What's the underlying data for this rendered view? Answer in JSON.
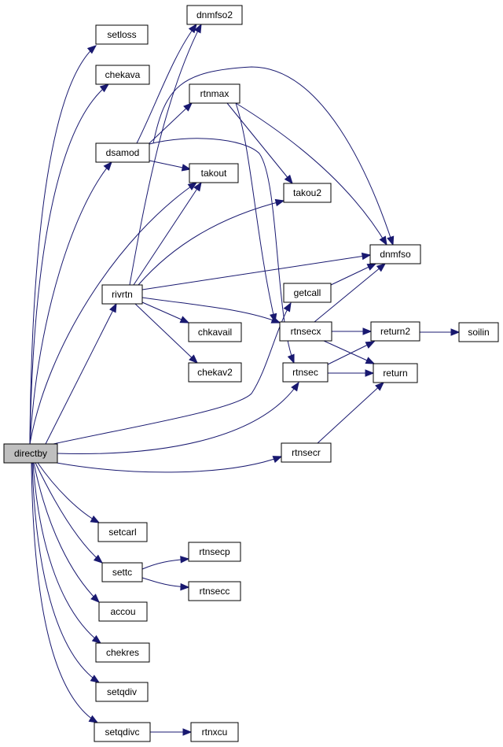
{
  "graph": {
    "nodes": [
      {
        "id": "directby",
        "label": "directby",
        "root": true
      },
      {
        "id": "setloss",
        "label": "setloss"
      },
      {
        "id": "dnmfso2",
        "label": "dnmfso2"
      },
      {
        "id": "chekava",
        "label": "chekava"
      },
      {
        "id": "rtnmax",
        "label": "rtnmax"
      },
      {
        "id": "dsamod",
        "label": "dsamod"
      },
      {
        "id": "takout",
        "label": "takout"
      },
      {
        "id": "takou2",
        "label": "takou2"
      },
      {
        "id": "dnmfso",
        "label": "dnmfso"
      },
      {
        "id": "getcall",
        "label": "getcall"
      },
      {
        "id": "rivrtn",
        "label": "rivrtn"
      },
      {
        "id": "rtnsecx",
        "label": "rtnsecx"
      },
      {
        "id": "return2",
        "label": "return2"
      },
      {
        "id": "soilin",
        "label": "soilin"
      },
      {
        "id": "chkavail",
        "label": "chkavail"
      },
      {
        "id": "chekav2",
        "label": "chekav2"
      },
      {
        "id": "rtnsec",
        "label": "rtnsec"
      },
      {
        "id": "return",
        "label": "return"
      },
      {
        "id": "rtnsecr",
        "label": "rtnsecr"
      },
      {
        "id": "setcarl",
        "label": "setcarl"
      },
      {
        "id": "rtnsecp",
        "label": "rtnsecp"
      },
      {
        "id": "settc",
        "label": "settc"
      },
      {
        "id": "rtnsecc",
        "label": "rtnsecc"
      },
      {
        "id": "accou",
        "label": "accou"
      },
      {
        "id": "chekres",
        "label": "chekres"
      },
      {
        "id": "setqdiv",
        "label": "setqdiv"
      },
      {
        "id": "setqdivc",
        "label": "setqdivc"
      },
      {
        "id": "rtnxcu",
        "label": "rtnxcu"
      }
    ],
    "edges": [
      {
        "from": "directby",
        "to": "setloss"
      },
      {
        "from": "directby",
        "to": "chekava"
      },
      {
        "from": "directby",
        "to": "dsamod"
      },
      {
        "from": "directby",
        "to": "takout"
      },
      {
        "from": "directby",
        "to": "rivrtn"
      },
      {
        "from": "directby",
        "to": "getcall"
      },
      {
        "from": "directby",
        "to": "rtnsec"
      },
      {
        "from": "directby",
        "to": "rtnsecr"
      },
      {
        "from": "directby",
        "to": "setcarl"
      },
      {
        "from": "directby",
        "to": "settc"
      },
      {
        "from": "directby",
        "to": "accou"
      },
      {
        "from": "directby",
        "to": "chekres"
      },
      {
        "from": "directby",
        "to": "setqdiv"
      },
      {
        "from": "directby",
        "to": "setqdivc"
      },
      {
        "from": "dsamod",
        "to": "dnmfso2"
      },
      {
        "from": "dsamod",
        "to": "rtnmax"
      },
      {
        "from": "dsamod",
        "to": "dnmfso"
      },
      {
        "from": "dsamod",
        "to": "takout"
      },
      {
        "from": "dsamod",
        "to": "rtnsec"
      },
      {
        "from": "rtnmax",
        "to": "takou2"
      },
      {
        "from": "rtnmax",
        "to": "dnmfso"
      },
      {
        "from": "rtnmax",
        "to": "rtnsecx"
      },
      {
        "from": "rivrtn",
        "to": "dnmfso2"
      },
      {
        "from": "rivrtn",
        "to": "takout"
      },
      {
        "from": "rivrtn",
        "to": "takou2"
      },
      {
        "from": "rivrtn",
        "to": "dnmfso"
      },
      {
        "from": "rivrtn",
        "to": "rtnsecx"
      },
      {
        "from": "rivrtn",
        "to": "chkavail"
      },
      {
        "from": "rivrtn",
        "to": "chekav2"
      },
      {
        "from": "getcall",
        "to": "dnmfso"
      },
      {
        "from": "rtnsecx",
        "to": "dnmfso"
      },
      {
        "from": "rtnsecx",
        "to": "return2"
      },
      {
        "from": "rtnsecx",
        "to": "return"
      },
      {
        "from": "return2",
        "to": "soilin"
      },
      {
        "from": "rtnsec",
        "to": "return2"
      },
      {
        "from": "rtnsec",
        "to": "return"
      },
      {
        "from": "rtnsecr",
        "to": "return"
      },
      {
        "from": "settc",
        "to": "rtnsecp"
      },
      {
        "from": "settc",
        "to": "rtnsecc"
      },
      {
        "from": "setqdivc",
        "to": "rtnxcu"
      }
    ]
  }
}
